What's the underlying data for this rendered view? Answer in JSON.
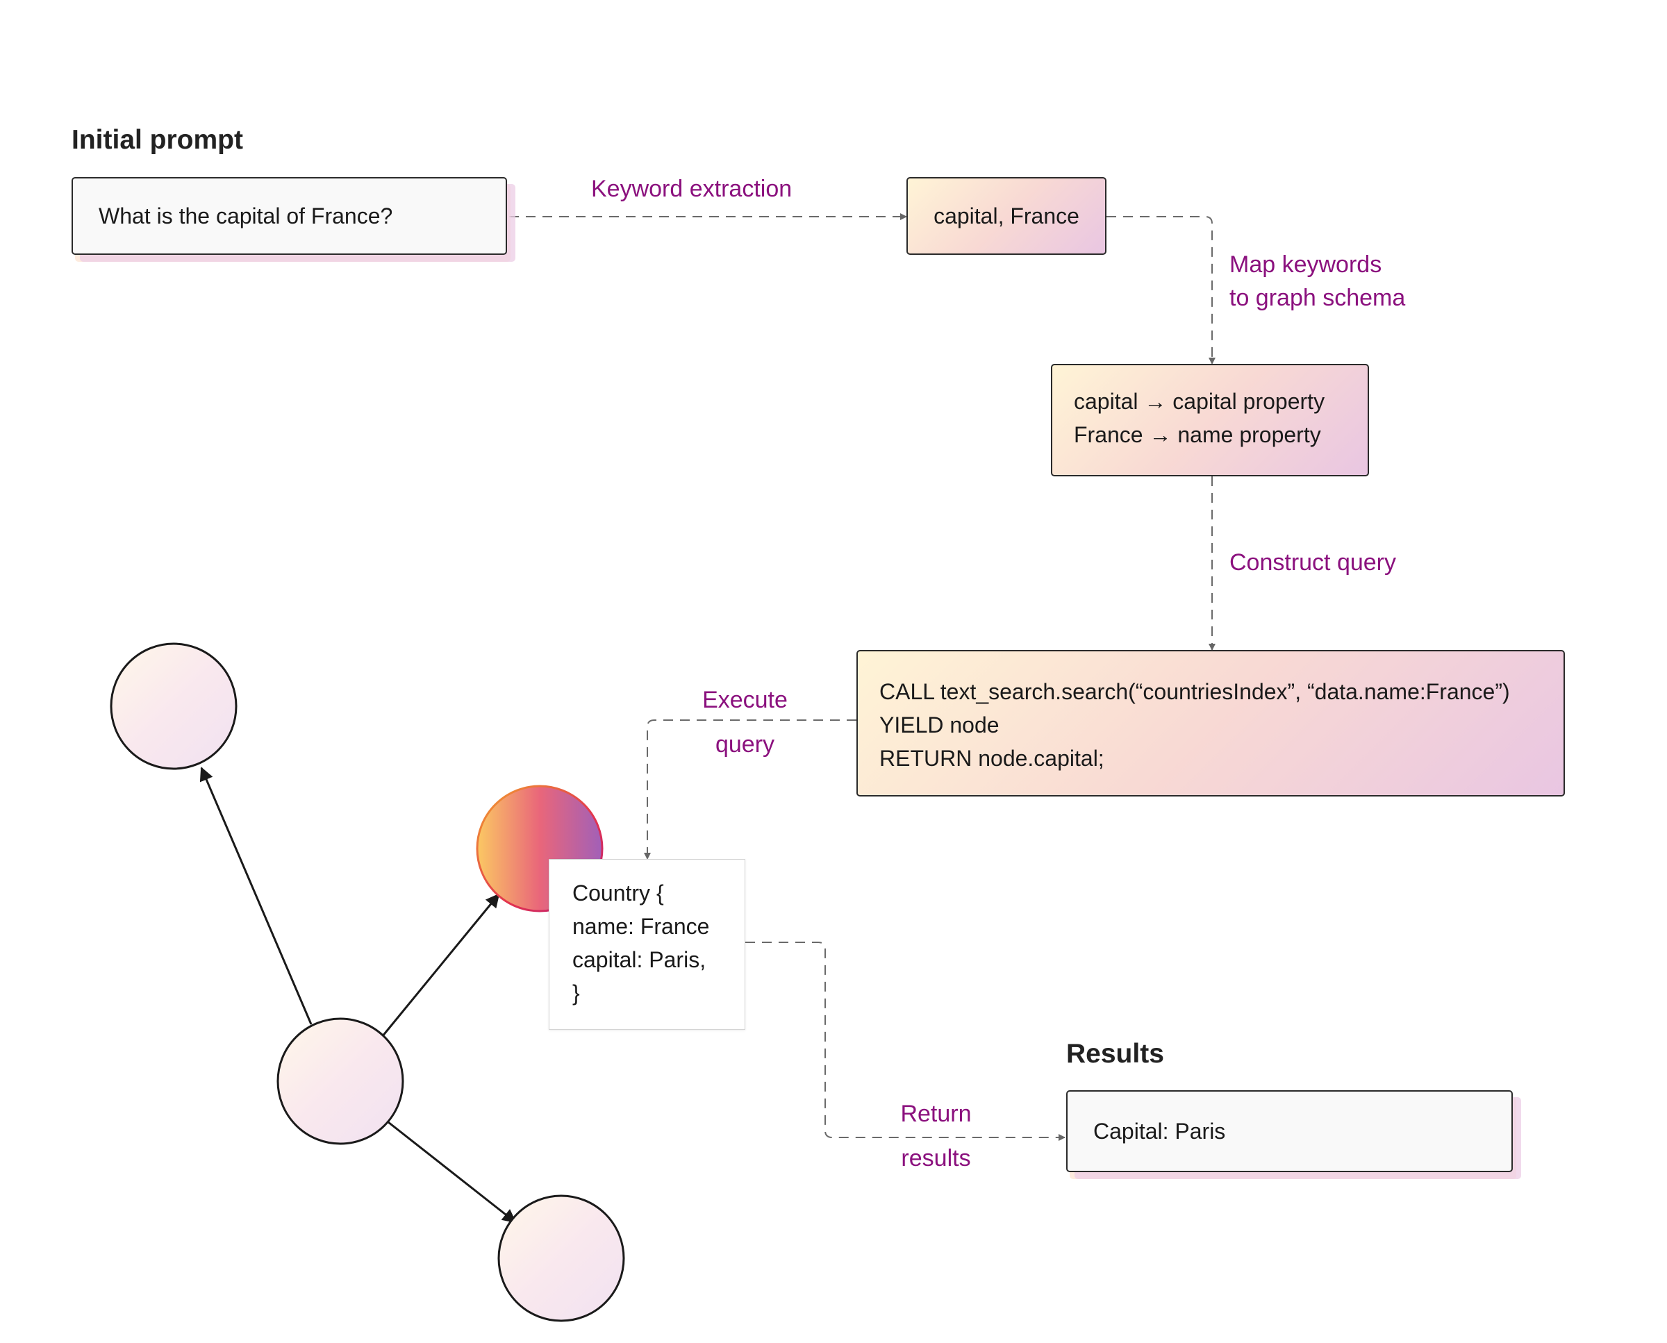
{
  "initial_prompt": {
    "heading": "Initial prompt",
    "question": "What is the capital of France?"
  },
  "steps": {
    "keyword_extraction": "Keyword extraction",
    "keywords": "capital, France",
    "map_keywords": [
      "Map keywords",
      "to graph schema"
    ],
    "mappings": [
      "capital → capital property",
      "France → name property"
    ],
    "construct_query": "Construct query",
    "query_lines": [
      "CALL text_search.search(“countriesIndex”, “data.name:France”)",
      "YIELD node",
      "RETURN node.capital;"
    ],
    "execute_query": [
      "Execute",
      "query"
    ],
    "country_node_lines": [
      "Country {",
      "name: France",
      "capital: Paris,",
      "}"
    ],
    "return_results": [
      "Return",
      "results"
    ]
  },
  "results": {
    "heading": "Results",
    "value": "Capital: Paris"
  },
  "colors": {
    "label_accent": "#8b117e",
    "border": "#2a2a2a",
    "highlight_node_gradient": [
      "#fbc863",
      "#e9667a",
      "#a160b8"
    ]
  }
}
